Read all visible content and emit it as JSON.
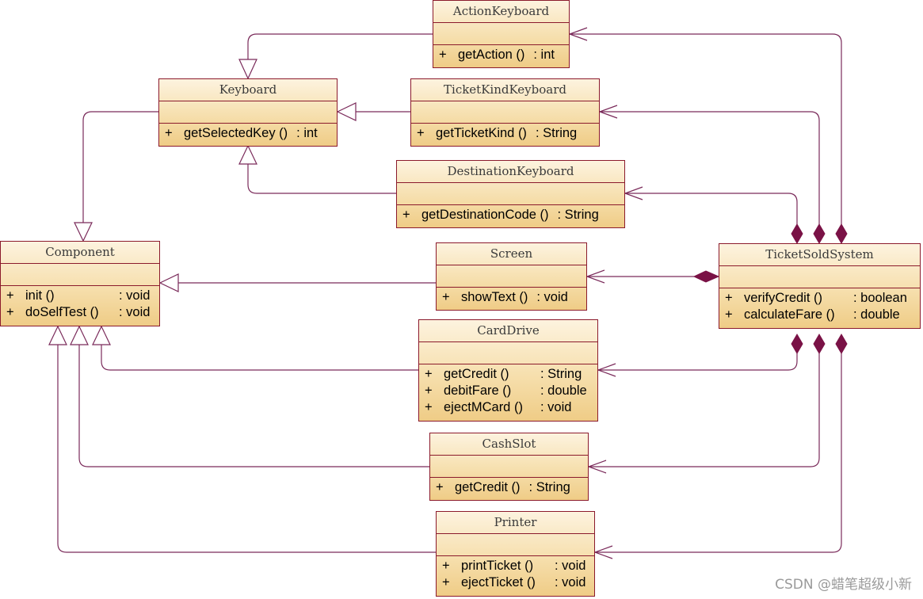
{
  "colors": {
    "border": "#8b1a2c",
    "connector": "#7a2a5a",
    "fill_top": "#fdf3df",
    "fill_bottom": "#efcc86",
    "text": "#000000"
  },
  "classes": {
    "action_keyboard": {
      "name": "ActionKeyboard",
      "operations": [
        {
          "visibility": "+",
          "name": "getAction ()",
          "type": ": int"
        }
      ]
    },
    "keyboard": {
      "name": "Keyboard",
      "operations": [
        {
          "visibility": "+",
          "name": "getSelectedKey ()",
          "type": ": int"
        }
      ]
    },
    "ticket_kind_keyboard": {
      "name": "TicketKindKeyboard",
      "operations": [
        {
          "visibility": "+",
          "name": "getTicketKind ()",
          "type": ": String"
        }
      ]
    },
    "destination_keyboard": {
      "name": "DestinationKeyboard",
      "operations": [
        {
          "visibility": "+",
          "name": "getDestinationCode ()",
          "type": ": String"
        }
      ]
    },
    "component": {
      "name": "Component",
      "operations": [
        {
          "visibility": "+",
          "name": "init ()",
          "type": ": void"
        },
        {
          "visibility": "+",
          "name": "doSelfTest ()",
          "type": ": void"
        }
      ]
    },
    "screen": {
      "name": "Screen",
      "operations": [
        {
          "visibility": "+",
          "name": "showText ()",
          "type": ": void"
        }
      ]
    },
    "ticket_sold_system": {
      "name": "TicketSoldSystem",
      "operations": [
        {
          "visibility": "+",
          "name": "verifyCredit ()",
          "type": ": boolean"
        },
        {
          "visibility": "+",
          "name": "calculateFare ()",
          "type": ": double"
        }
      ]
    },
    "card_drive": {
      "name": "CardDrive",
      "operations": [
        {
          "visibility": "+",
          "name": "getCredit ()",
          "type": ": String"
        },
        {
          "visibility": "+",
          "name": "debitFare ()",
          "type": ": double"
        },
        {
          "visibility": "+",
          "name": "ejectMCard ()",
          "type": ": void"
        }
      ]
    },
    "cash_slot": {
      "name": "CashSlot",
      "operations": [
        {
          "visibility": "+",
          "name": "getCredit ()",
          "type": ": String"
        }
      ]
    },
    "printer": {
      "name": "Printer",
      "operations": [
        {
          "visibility": "+",
          "name": "printTicket ()",
          "type": ": void"
        },
        {
          "visibility": "+",
          "name": "ejectTicket ()",
          "type": ": void"
        }
      ]
    }
  },
  "relationships": [
    {
      "kind": "generalization",
      "from": "action_keyboard",
      "to": "keyboard"
    },
    {
      "kind": "generalization",
      "from": "ticket_kind_keyboard",
      "to": "keyboard"
    },
    {
      "kind": "generalization",
      "from": "destination_keyboard",
      "to": "keyboard"
    },
    {
      "kind": "generalization",
      "from": "keyboard",
      "to": "component"
    },
    {
      "kind": "generalization",
      "from": "screen",
      "to": "component"
    },
    {
      "kind": "generalization",
      "from": "card_drive",
      "to": "component"
    },
    {
      "kind": "generalization",
      "from": "cash_slot",
      "to": "component"
    },
    {
      "kind": "generalization",
      "from": "printer",
      "to": "component"
    },
    {
      "kind": "composition",
      "whole": "ticket_sold_system",
      "part": "action_keyboard"
    },
    {
      "kind": "composition",
      "whole": "ticket_sold_system",
      "part": "ticket_kind_keyboard"
    },
    {
      "kind": "composition",
      "whole": "ticket_sold_system",
      "part": "destination_keyboard"
    },
    {
      "kind": "composition",
      "whole": "ticket_sold_system",
      "part": "screen"
    },
    {
      "kind": "composition",
      "whole": "ticket_sold_system",
      "part": "card_drive"
    },
    {
      "kind": "composition",
      "whole": "ticket_sold_system",
      "part": "cash_slot"
    },
    {
      "kind": "composition",
      "whole": "ticket_sold_system",
      "part": "printer"
    }
  ],
  "watermark": "CSDN @蜡笔超级小新"
}
